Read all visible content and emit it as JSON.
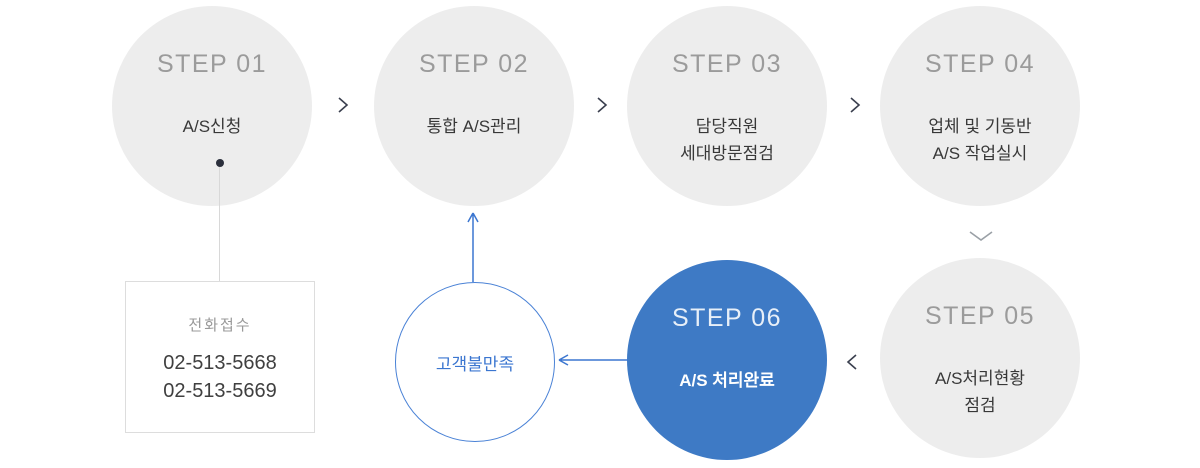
{
  "diagram": {
    "title": "A/S process flow",
    "colors": {
      "circle_gray": "#ededed",
      "step_title_gray": "#9b9b9b",
      "label_dark": "#383838",
      "accent_blue": "#3e7ac5",
      "outline_blue": "#4a82d6",
      "arrow_blue": "#3b76d0",
      "chevron_dark": "#3a3f4e",
      "chevron_gray": "#9aa0a6",
      "connector_gray": "#d8d8d8"
    },
    "steps": [
      {
        "title": "STEP 01",
        "lines": [
          "A/S신청"
        ]
      },
      {
        "title": "STEP 02",
        "lines": [
          "통합 A/S관리"
        ]
      },
      {
        "title": "STEP 03",
        "lines": [
          "담당직원",
          "세대방문점검"
        ]
      },
      {
        "title": "STEP 04",
        "lines": [
          "업체 및 기동반",
          "A/S 작업실시"
        ]
      },
      {
        "title": "STEP 05",
        "lines": [
          "A/S처리현황",
          "점검"
        ]
      },
      {
        "title": "STEP 06",
        "lines": [
          "A/S 처리완료"
        ]
      }
    ],
    "feedback_node": {
      "label": "고객불만족"
    },
    "phone_box": {
      "title": "전화접수",
      "numbers": [
        "02-513-5668",
        "02-513-5669"
      ]
    }
  }
}
